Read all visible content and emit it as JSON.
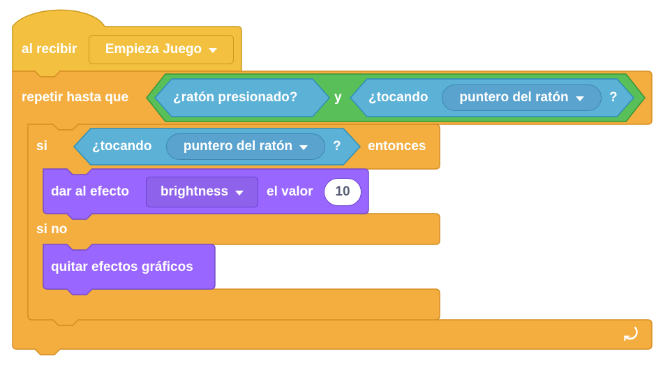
{
  "when_receive": {
    "label": "al recibir",
    "message": "Empieza Juego"
  },
  "repeat_until": {
    "label": "repetir hasta que",
    "mouse_down": "¿ratón presionado?",
    "and_label": "y",
    "touching_label": "¿tocando",
    "touching_target": "puntero del ratón",
    "question_mark": "?"
  },
  "if_else": {
    "if_label": "si",
    "touching_label": "¿tocando",
    "touching_target": "puntero del ratón",
    "question_mark": "?",
    "then_label": "entonces",
    "else_label": "si no"
  },
  "set_effect": {
    "label": "dar al efecto",
    "effect": "brightness",
    "to_label": "el valor",
    "value": "10"
  },
  "clear_effects": {
    "label": "quitar efectos gráficos"
  },
  "colors": {
    "events": "#f3c13f",
    "control": "#f4ae40",
    "operators": "#59c059",
    "sensing": "#5cb1d6",
    "looks": "#9966ff"
  },
  "icons": {
    "dropdown": "caret-down-icon",
    "loop": "loop-arrow-icon"
  }
}
